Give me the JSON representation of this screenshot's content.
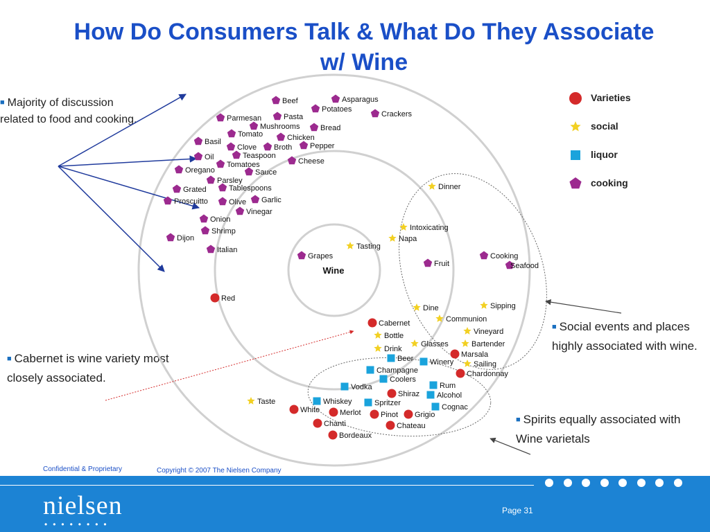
{
  "title": "How Do Consumers Talk & What Do They Associate w/ Wine",
  "notes": {
    "food": "Majority of discussion related to food and cooking.",
    "cabernet": "Cabernet is wine variety most closely associated.",
    "social": "Social events and places highly associated with wine.",
    "spirits": "Spirits equally associated with Wine varietals"
  },
  "center_label": "Wine",
  "legend": [
    {
      "label": "Varieties",
      "shape": "circle",
      "color": "#d42a2a"
    },
    {
      "label": "social",
      "shape": "star",
      "color": "#f2d022"
    },
    {
      "label": "liquor",
      "shape": "square",
      "color": "#1aa3dc"
    },
    {
      "label": "cooking",
      "shape": "pentagon",
      "color": "#9c2a8f"
    }
  ],
  "terms": [
    {
      "label": "Beef",
      "type": "cooking"
    },
    {
      "label": "Asparagus",
      "type": "cooking"
    },
    {
      "label": "Potatoes",
      "type": "cooking"
    },
    {
      "label": "Parmesan",
      "type": "cooking"
    },
    {
      "label": "Pasta",
      "type": "cooking"
    },
    {
      "label": "Crackers",
      "type": "cooking"
    },
    {
      "label": "Mushrooms",
      "type": "cooking"
    },
    {
      "label": "Bread",
      "type": "cooking"
    },
    {
      "label": "Tomato",
      "type": "cooking"
    },
    {
      "label": "Chicken",
      "type": "cooking"
    },
    {
      "label": "Basil",
      "type": "cooking"
    },
    {
      "label": "Clove",
      "type": "cooking"
    },
    {
      "label": "Broth",
      "type": "cooking"
    },
    {
      "label": "Pepper",
      "type": "cooking"
    },
    {
      "label": "Oil",
      "type": "cooking"
    },
    {
      "label": "Teaspoon",
      "type": "cooking"
    },
    {
      "label": "Tomatoes",
      "type": "cooking"
    },
    {
      "label": "Cheese",
      "type": "cooking"
    },
    {
      "label": "Oregano",
      "type": "cooking"
    },
    {
      "label": "Sauce",
      "type": "cooking"
    },
    {
      "label": "Parsley",
      "type": "cooking"
    },
    {
      "label": "Grated",
      "type": "cooking"
    },
    {
      "label": "Tablespoons",
      "type": "cooking"
    },
    {
      "label": "Proscuitto",
      "type": "cooking"
    },
    {
      "label": "Olive",
      "type": "cooking"
    },
    {
      "label": "Garlic",
      "type": "cooking"
    },
    {
      "label": "Vinegar",
      "type": "cooking"
    },
    {
      "label": "Onion",
      "type": "cooking"
    },
    {
      "label": "Shrimp",
      "type": "cooking"
    },
    {
      "label": "Dijon",
      "type": "cooking"
    },
    {
      "label": "Italian",
      "type": "cooking"
    },
    {
      "label": "Grapes",
      "type": "cooking"
    },
    {
      "label": "Fruit",
      "type": "cooking"
    },
    {
      "label": "Cooking",
      "type": "cooking"
    },
    {
      "label": "Seafood",
      "type": "cooking"
    },
    {
      "label": "Dinner",
      "type": "social"
    },
    {
      "label": "Intoxicating",
      "type": "social"
    },
    {
      "label": "Tasting",
      "type": "social"
    },
    {
      "label": "Napa",
      "type": "social"
    },
    {
      "label": "Dine",
      "type": "social"
    },
    {
      "label": "Sipping",
      "type": "social"
    },
    {
      "label": "Communion",
      "type": "social"
    },
    {
      "label": "Vineyard",
      "type": "social"
    },
    {
      "label": "Bottle",
      "type": "social"
    },
    {
      "label": "Drink",
      "type": "social"
    },
    {
      "label": "Glasses",
      "type": "social"
    },
    {
      "label": "Bartender",
      "type": "social"
    },
    {
      "label": "Sailing",
      "type": "social"
    },
    {
      "label": "Taste",
      "type": "social"
    },
    {
      "label": "Red",
      "type": "varieties"
    },
    {
      "label": "Cabernet",
      "type": "varieties"
    },
    {
      "label": "Marsala",
      "type": "varieties"
    },
    {
      "label": "Chardonnay",
      "type": "varieties"
    },
    {
      "label": "Shiraz",
      "type": "varieties"
    },
    {
      "label": "White",
      "type": "varieties"
    },
    {
      "label": "Merlot",
      "type": "varieties"
    },
    {
      "label": "Pinot",
      "type": "varieties"
    },
    {
      "label": "Grigio",
      "type": "varieties"
    },
    {
      "label": "Chanti",
      "type": "varieties"
    },
    {
      "label": "Chateau",
      "type": "varieties"
    },
    {
      "label": "Bordeaux",
      "type": "varieties"
    },
    {
      "label": "Beer",
      "type": "liquor"
    },
    {
      "label": "Winery",
      "type": "liquor"
    },
    {
      "label": "Champagne",
      "type": "liquor"
    },
    {
      "label": "Coolers",
      "type": "liquor"
    },
    {
      "label": "Vodka",
      "type": "liquor"
    },
    {
      "label": "Rum",
      "type": "liquor"
    },
    {
      "label": "Alcohol",
      "type": "liquor"
    },
    {
      "label": "Whiskey",
      "type": "liquor"
    },
    {
      "label": "Spritzer",
      "type": "liquor"
    },
    {
      "label": "Cognac",
      "type": "liquor"
    }
  ],
  "footer": {
    "confidential": "Confidential & Proprietary",
    "copyright": "Copyright © 2007 The Nielsen Company",
    "logo": "nielsen",
    "page": "Page 31"
  }
}
